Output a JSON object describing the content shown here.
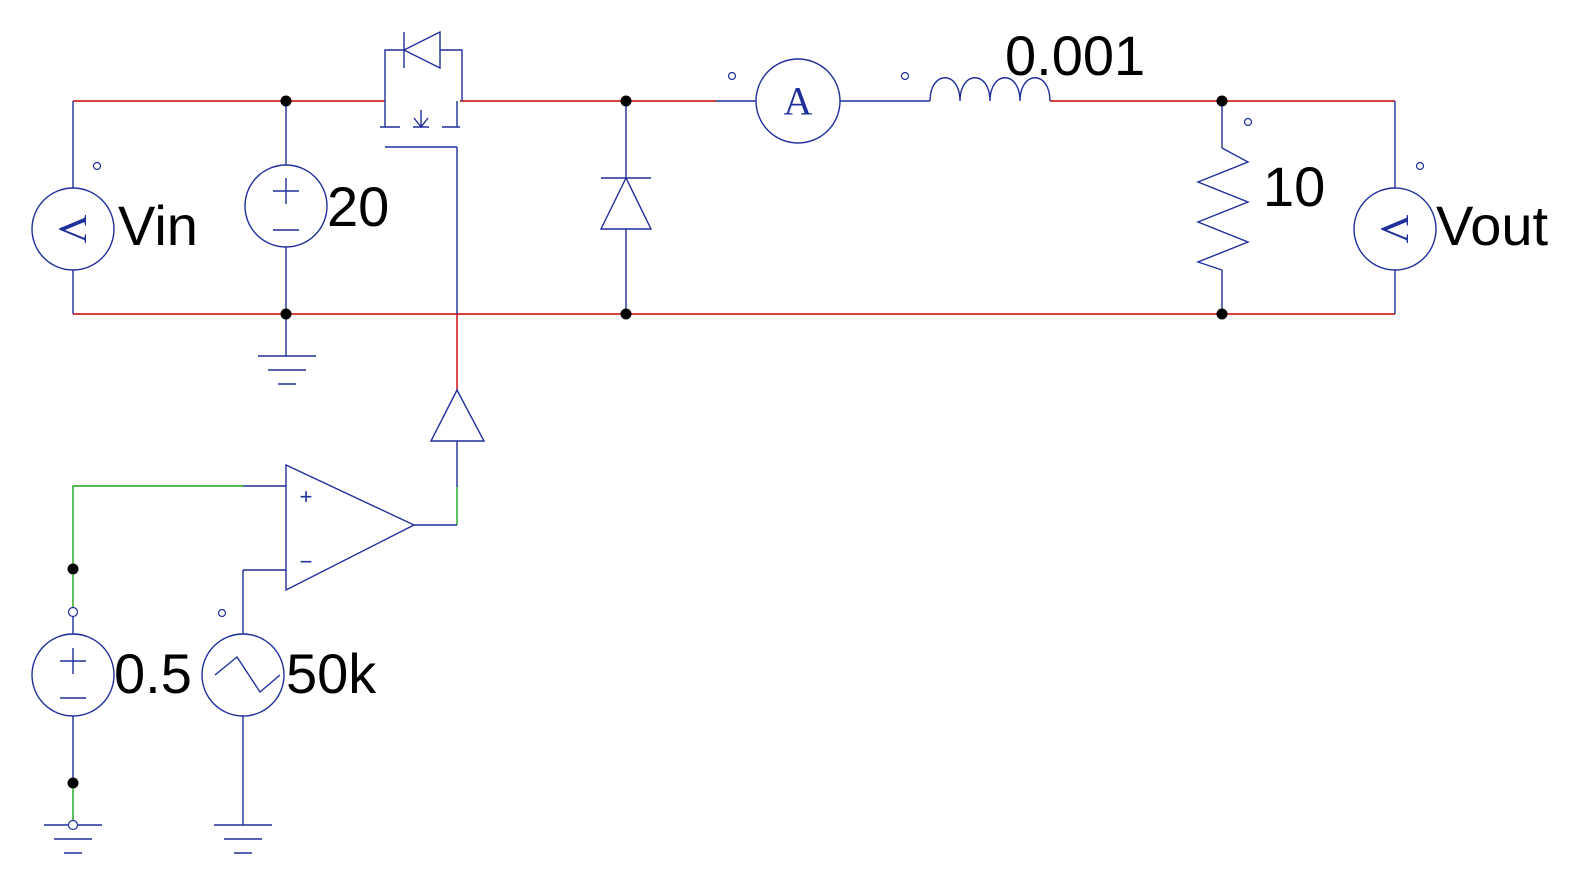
{
  "labels": {
    "vin": "Vin",
    "vout": "Vout",
    "dc_source": "20",
    "inductor": "0.001",
    "resistor": "10",
    "dc_ref": "0.5",
    "triangle_source": "50k"
  },
  "meters": {
    "voltmeter_letter": "V",
    "ammeter_letter": "A"
  },
  "opamp": {
    "plus": "+",
    "minus": "−"
  },
  "colors": {
    "power_wire": "#cc0000",
    "control_wire": "#1aa51a",
    "component": "#1f2f9a",
    "node": "#000000",
    "text": "#000000"
  }
}
